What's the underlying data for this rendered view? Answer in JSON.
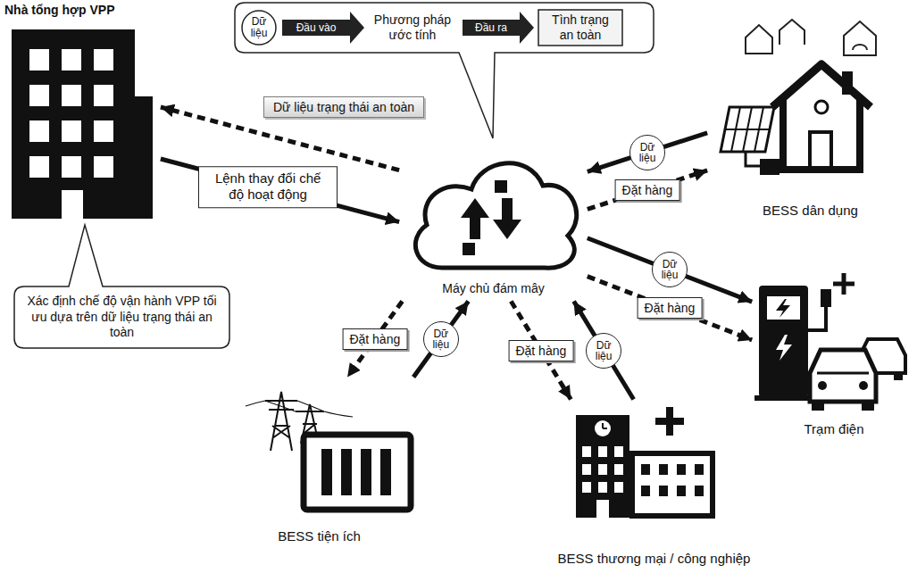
{
  "diagram": {
    "nodes": [
      {
        "text": [
          "Nhà tổng hợp VPP"
        ]
      },
      {
        "text": [
          "Phương pháp ước tính"
        ]
      },
      {
        "text": [
          "Dữ liệu"
        ],
        "in": 1
      },
      {
        "text": [
          "Tình trạng an toàn"
        ],
        "in": 1
      },
      {
        "text": [
          "Xác định chế độ vận hành VPP tối ưu dựa trên dữ liệu trạng thái an toàn"
        ]
      },
      {
        "text": [
          "Máy chủ đám mây"
        ]
      },
      {
        "text": [
          "BESS dân dụng"
        ]
      },
      {
        "text": [
          "Trạm điện"
        ]
      },
      {
        "text": [
          "BESS thương mại / công nghiệp"
        ]
      },
      {
        "text": [
          "BESS tiện ích"
        ]
      }
    ],
    "edges": [
      {
        "from": 5,
        "to": 0,
        "arrow": "to",
        "label": "Dữ liệu trạng thái an toàn"
      },
      {
        "from": 0,
        "to": 5,
        "arrow": "to",
        "label": "Lệnh thay đổi chế độ hoạt động"
      },
      {
        "from": 6,
        "to": 5,
        "arrow": "to",
        "label": "Dữ liệu"
      },
      {
        "from": 5,
        "to": 6,
        "arrow": "to",
        "label": "Đặt hàng"
      },
      {
        "from": 5,
        "to": 7,
        "arrow": "to",
        "label": "Dữ liệu"
      },
      {
        "from": 5,
        "to": 7,
        "arrow": "to",
        "label": "Đặt hàng"
      },
      {
        "from": 8,
        "to": 5,
        "arrow": "to",
        "label": "Dữ liệu"
      },
      {
        "from": 5,
        "to": 8,
        "arrow": "to",
        "label": "Đặt hàng"
      },
      {
        "from": 9,
        "to": 5,
        "arrow": "to",
        "label": "Dữ liệu"
      },
      {
        "from": 5,
        "to": 9,
        "arrow": "to",
        "label": "Đặt hàng"
      }
    ],
    "labels": [
      "Đầu vào",
      "Đầu ra"
    ]
  }
}
